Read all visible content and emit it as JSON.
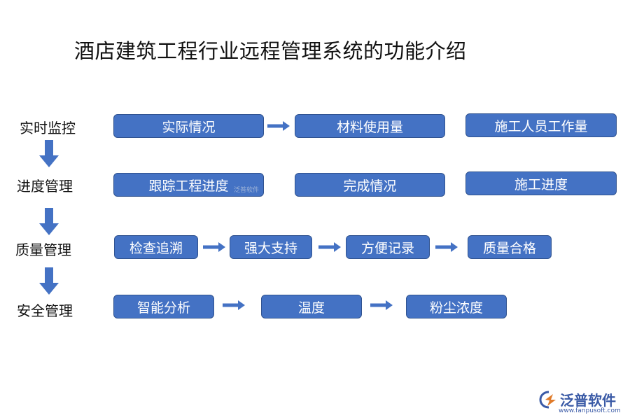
{
  "title": "酒店建筑工程行业远程管理系统的功能介绍",
  "rows": [
    {
      "label": "实时监控",
      "items": [
        "实际情况",
        "材料使用量",
        "施工人员工作量"
      ]
    },
    {
      "label": "进度管理",
      "items": [
        "跟踪工程进度",
        "完成情况",
        "施工进度"
      ]
    },
    {
      "label": "质量管理",
      "items": [
        "检查追溯",
        "强大支持",
        "方便记录",
        "质量合格"
      ]
    },
    {
      "label": "安全管理",
      "items": [
        "智能分析",
        "温度",
        "粉尘浓度"
      ]
    }
  ],
  "watermark": "泛普软件",
  "logo": {
    "name": "泛普软件",
    "url": "www.fanpusoft.com"
  },
  "colors": {
    "box_fill": "#4472C4",
    "box_border": "#2F528F",
    "arrow": "#4472C4"
  }
}
